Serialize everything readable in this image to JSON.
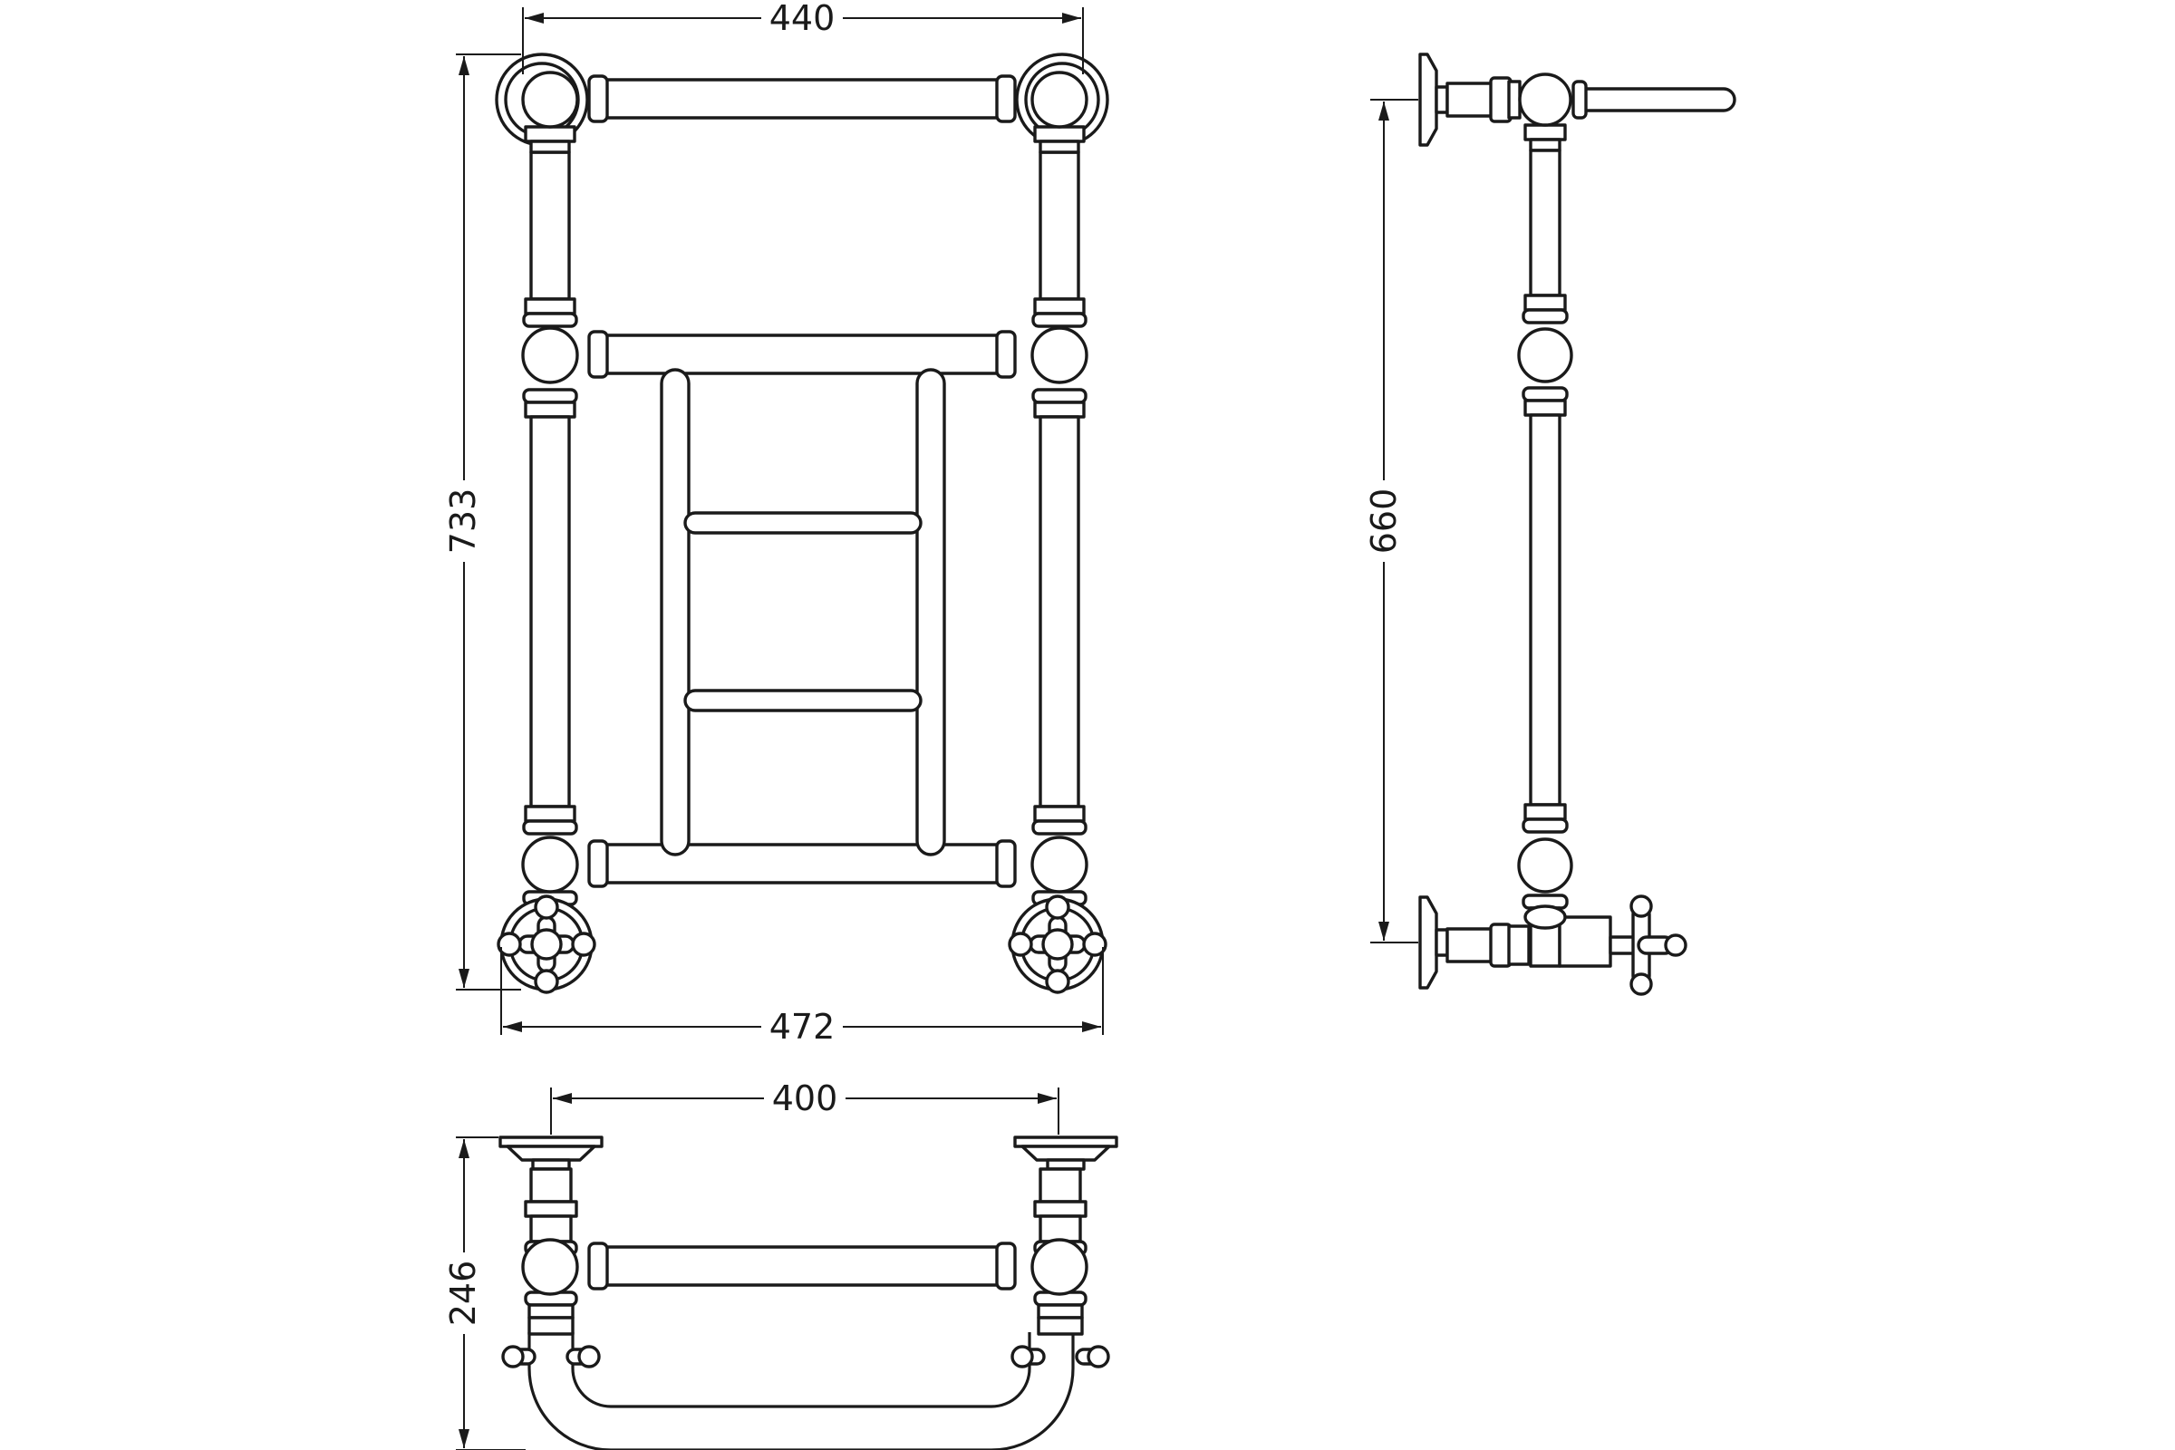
{
  "colors": {
    "line": "#1a1a1a",
    "background": "#ffffff"
  },
  "front_view": {
    "dimension_top": "440",
    "dimension_height": "733",
    "dimension_bottom": "472"
  },
  "side_view": {
    "dimension_height": "660"
  },
  "plan_view": {
    "dimension_width": "400",
    "dimension_depth": "246"
  }
}
